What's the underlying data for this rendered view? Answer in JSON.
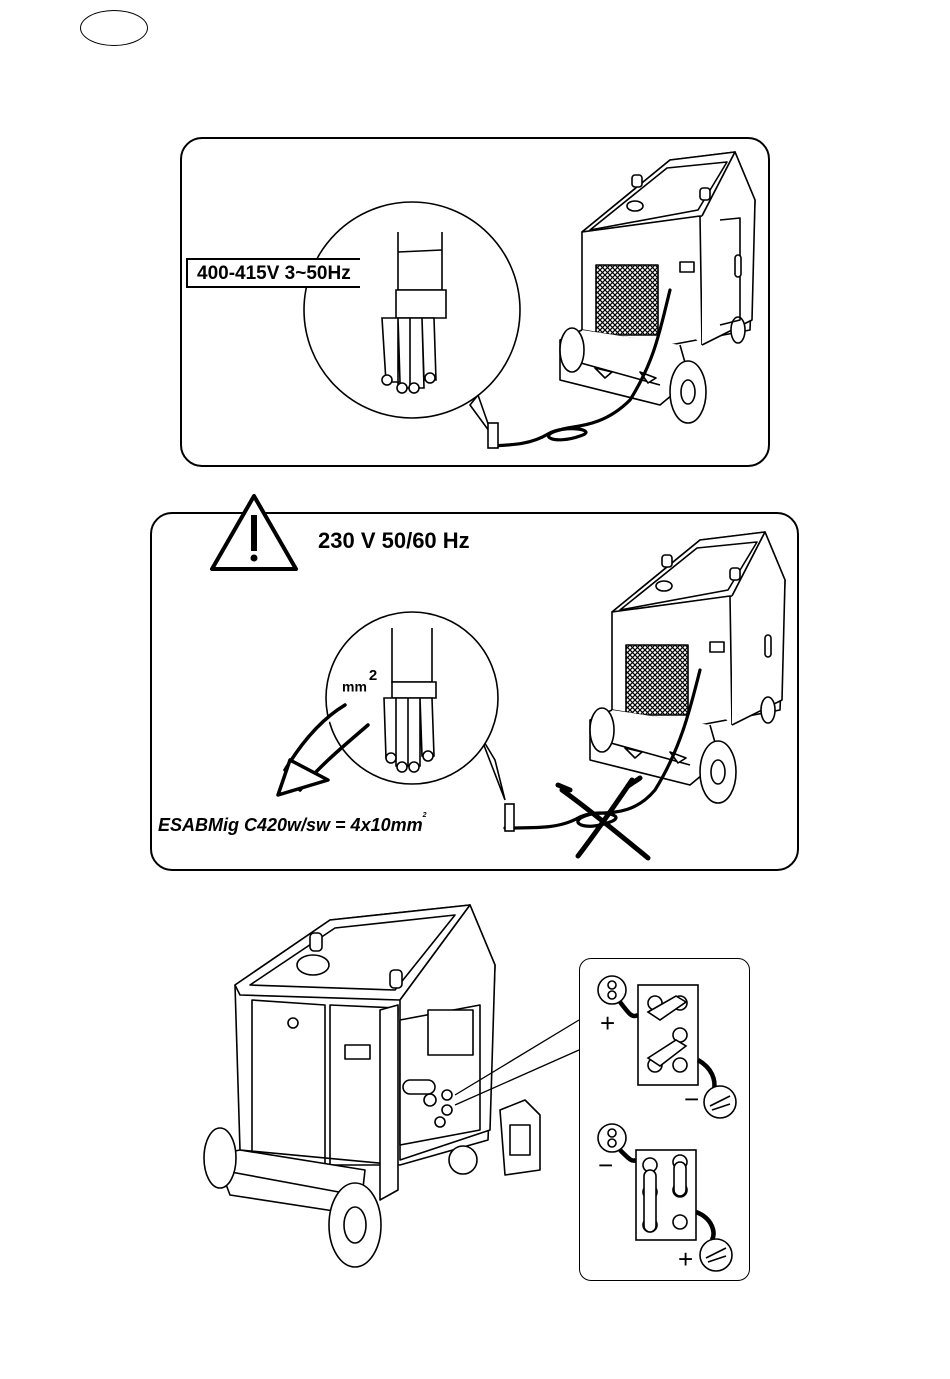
{
  "top_panel": {
    "voltage_label": "400-415V 3~50Hz"
  },
  "middle_panel": {
    "warning_voltage": "230 V 50/60 Hz",
    "cross_section_unit": "mm",
    "cross_section_exp": "2",
    "cable_spec_text": "ESABMig C420w/sw = 4x10mm",
    "cable_spec_exp": "2"
  },
  "terminal_panel": {
    "upper": {
      "top_sign": "+",
      "bottom_sign": "−"
    },
    "lower": {
      "top_sign": "−",
      "bottom_sign": "+"
    }
  },
  "colors": {
    "ink": "#000000",
    "paper": "#ffffff"
  },
  "icons": [
    "warning-triangle-icon",
    "wire-feeder-icon",
    "earth-clamp-icon"
  ]
}
